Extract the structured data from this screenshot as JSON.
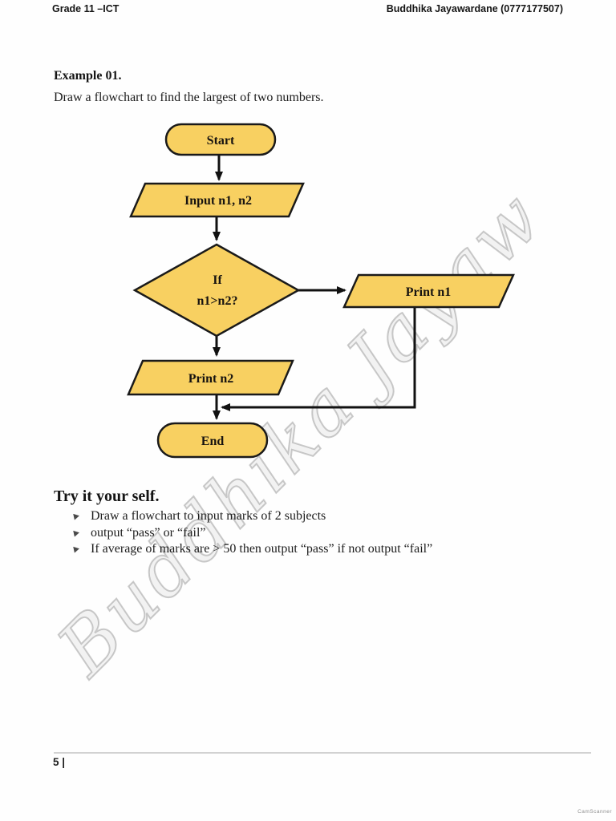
{
  "header": {
    "left": "Grade 11 –ICT",
    "right": "Buddhika Jayawardane (0777177507)"
  },
  "example": {
    "title": "Example 01.",
    "description": "Draw a flowchart to find the largest of two numbers."
  },
  "flowchart": {
    "start_label": "Start",
    "input_label": "Input n1, n2",
    "decision_line1": "If",
    "decision_line2": "n1>n2?",
    "print_n1_label": "Print n1",
    "print_n2_label": "Print n2",
    "end_label": "End",
    "colors": {
      "shape_fill": "#F8D061",
      "shape_stroke": "#1A1A1A",
      "connector": "#111111"
    }
  },
  "try_section": {
    "title": "Try it your self.",
    "bullet_icon": "arrowhead-right",
    "items": [
      "Draw a flowchart to input marks of 2 subjects",
      "output “pass” or “fail”",
      "If average of marks are > 50 then output “pass” if not output “fail”"
    ]
  },
  "watermark": {
    "text": "Buddhika Jayaw"
  },
  "footer": {
    "page_label": "5 |",
    "scanner_note": "CamScanner"
  }
}
